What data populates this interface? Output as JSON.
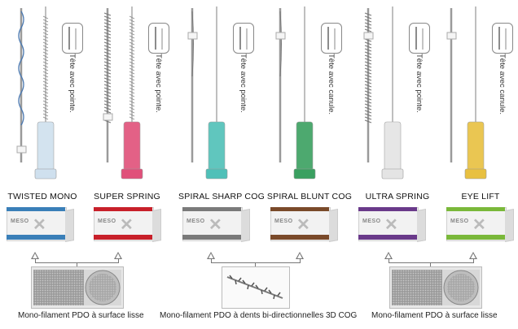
{
  "side_label_pointe": "Tête avec pointe.",
  "side_label_canule": "Tête avec canule.",
  "products": [
    {
      "name": "TWISTED MONO",
      "stripe": "#3a7fb8",
      "hub": "#cfe0ee",
      "tip": "pointe"
    },
    {
      "name": "SUPER SPRING",
      "stripe": "#c8202a",
      "hub": "#e0507a",
      "tip": "pointe"
    },
    {
      "name": "SPIRAL SHARP COG",
      "stripe": "#7a7a7a",
      "hub": "#4fc0b8",
      "tip": "pointe"
    },
    {
      "name": "SPIRAL BLUNT COG",
      "stripe": "#7a4a2a",
      "hub": "#3aa060",
      "tip": "canule"
    },
    {
      "name": "ULTRA SPRING",
      "stripe": "#6a3a8a",
      "hub": "#e4e4e4",
      "tip": "pointe"
    },
    {
      "name": "EYE LIFT",
      "stripe": "#7ab83a",
      "hub": "#e8c040",
      "tip": "canule"
    }
  ],
  "box_brand": "MESO",
  "captions": {
    "left": "Mono-filament PDO à surface lisse",
    "middle": "Mono-filament PDO à dents bi-directionnelles 3D COG",
    "right": "Mono-filament PDO à surface lisse"
  }
}
